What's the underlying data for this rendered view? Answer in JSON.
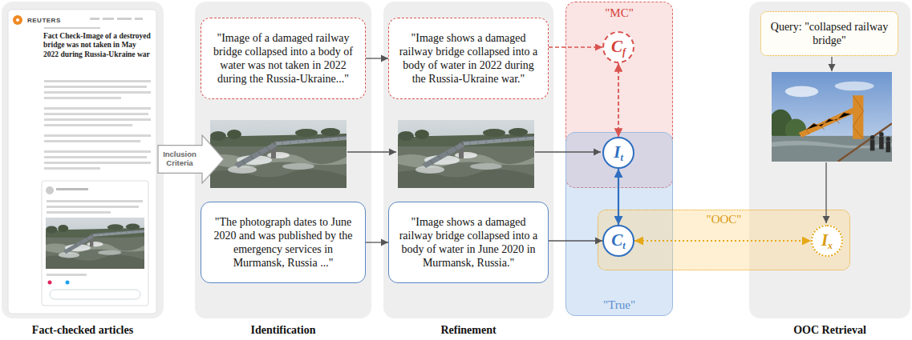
{
  "diagram": {
    "nodes": [
      {
        "text": [
          "Fact-checked articles"
        ]
      },
      {
        "text": [
          "Inclusion Criteria"
        ]
      },
      {
        "text": [
          "Identification"
        ]
      },
      {
        "text": [
          "\"Image of a damaged railway bridge collapsed into a body of water was not taken in 2022 during the Russia-Ukraine...\""
        ],
        "in": 2
      },
      {
        "text": [
          "\"The photograph dates to June 2020 and was published by the emergency services in Murmansk, Russia ...\""
        ],
        "in": 2
      },
      {
        "text": [
          "Refinement"
        ]
      },
      {
        "text": [
          "\"Image shows a damaged railway bridge collapsed into a body of water in 2022 during the Russia-Ukraine war.\""
        ],
        "in": 5
      },
      {
        "text": [
          "\"Image shows a damaged railway bridge collapsed into a body of water in June 2020 in Murmansk, Russia.\""
        ],
        "in": 5
      },
      {
        "text": [
          "\"MC\""
        ]
      },
      {
        "text": [
          "Cf"
        ],
        "in": 8
      },
      {
        "text": [
          "\"True\""
        ]
      },
      {
        "text": [
          "It"
        ],
        "in": 10
      },
      {
        "text": [
          "Ct"
        ],
        "in": 10
      },
      {
        "text": [
          "\"OOC\""
        ]
      },
      {
        "text": [
          "Ix"
        ],
        "in": 13
      },
      {
        "text": [
          "OOC Retrieval"
        ]
      },
      {
        "text": [
          "Query: \"collapsed railway bridge\""
        ],
        "in": 15
      }
    ],
    "edges": [
      {
        "from": 3,
        "to": 6,
        "arrow": "to"
      },
      {
        "from": 4,
        "to": 7,
        "arrow": "to"
      },
      {
        "from": 6,
        "to": 9,
        "arrow": "to"
      },
      {
        "from": 7,
        "to": 12,
        "arrow": "to"
      },
      {
        "from": 9,
        "to": 11,
        "arrow": "both"
      },
      {
        "from": 11,
        "to": 12,
        "arrow": "both"
      },
      {
        "from": 12,
        "to": 14,
        "arrow": "both"
      }
    ],
    "labels": [
      "REUTERS",
      "Fact Check-Image of a destroyed bridge was not taken in May 2022 during Russia-Ukraine war"
    ]
  }
}
